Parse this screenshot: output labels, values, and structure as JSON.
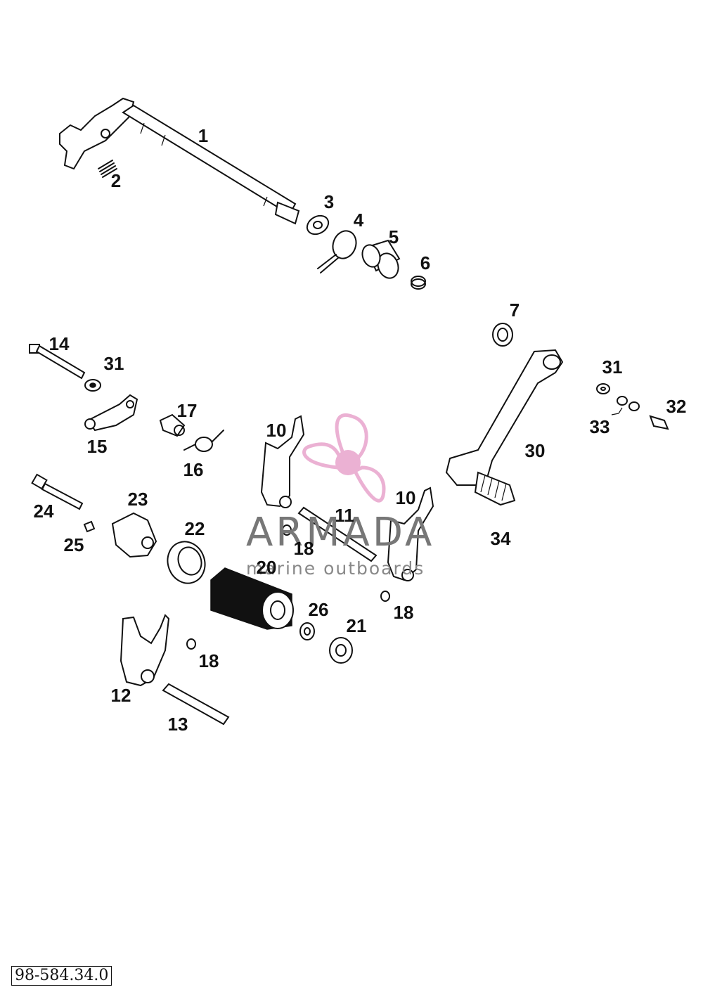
{
  "diagram": {
    "callouts": [
      {
        "id": "1",
        "text": "1"
      },
      {
        "id": "2",
        "text": "2"
      },
      {
        "id": "3",
        "text": "3"
      },
      {
        "id": "4",
        "text": "4"
      },
      {
        "id": "5",
        "text": "5"
      },
      {
        "id": "6",
        "text": "6"
      },
      {
        "id": "7",
        "text": "7"
      },
      {
        "id": "14",
        "text": "14"
      },
      {
        "id": "31a",
        "text": "31"
      },
      {
        "id": "31b",
        "text": "31"
      },
      {
        "id": "15",
        "text": "15"
      },
      {
        "id": "17",
        "text": "17"
      },
      {
        "id": "16",
        "text": "16"
      },
      {
        "id": "10a",
        "text": "10"
      },
      {
        "id": "10b",
        "text": "10"
      },
      {
        "id": "11",
        "text": "11"
      },
      {
        "id": "30",
        "text": "30"
      },
      {
        "id": "32",
        "text": "32"
      },
      {
        "id": "33",
        "text": "33"
      },
      {
        "id": "34",
        "text": "34"
      },
      {
        "id": "24",
        "text": "24"
      },
      {
        "id": "23",
        "text": "23"
      },
      {
        "id": "25",
        "text": "25"
      },
      {
        "id": "22",
        "text": "22"
      },
      {
        "id": "18a",
        "text": "18"
      },
      {
        "id": "18b",
        "text": "18"
      },
      {
        "id": "18c",
        "text": "18"
      },
      {
        "id": "20",
        "text": "20"
      },
      {
        "id": "26",
        "text": "26"
      },
      {
        "id": "21",
        "text": "21"
      },
      {
        "id": "12",
        "text": "12"
      },
      {
        "id": "13",
        "text": "13"
      }
    ]
  },
  "watermark": {
    "brand": "ARMADA",
    "tagline": "marine outboards",
    "logo_color": "#e9a9cf",
    "text_color": "#777777"
  },
  "document_code": "98-584.34.0"
}
